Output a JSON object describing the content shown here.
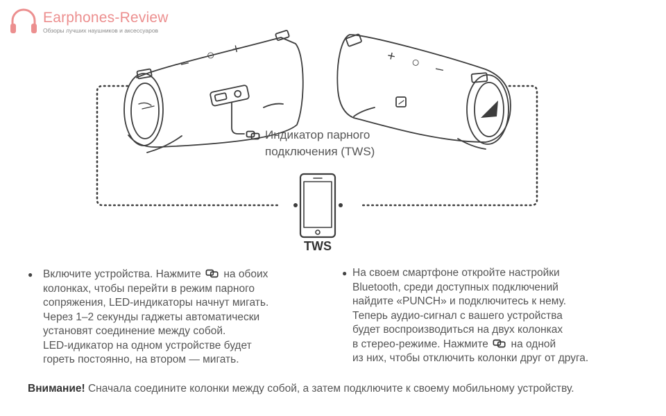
{
  "logo": {
    "name": "Earphones-Review",
    "tagline": "Обзоры лучших наушников и аксессуаров"
  },
  "diagram": {
    "indicator_line1": "Индикатор парного",
    "indicator_line2": "подключения (TWS)",
    "phone_label": "TWS",
    "speaker_buttons": [
      "–",
      "○",
      "+"
    ]
  },
  "instructions": {
    "left": {
      "line1_before": "Включите устройства. Нажмите",
      "line1_after": "на обоих",
      "lines": [
        "колонках, чтобы перейти в режим парного",
        "сопряжения, LED-индикаторы начнут мигать.",
        "Через 1–2 секунды гаджеты автоматически",
        "установят соединение между собой.",
        "LED-идикатор на одном устройстве будет",
        "гореть постоянно, на втором — мигать."
      ]
    },
    "right": {
      "lines": [
        "На своем смартфоне откройте настройки",
        "Bluetooth, среди доступных подключений",
        "найдите «PUNCH» и подключитесь к нему.",
        "Теперь аудио-сигнал с вашего устройства",
        "будет воспроизводиться на двух колонках"
      ],
      "line6_before": "в стерео-режиме. Нажмите",
      "line6_after": "на одной",
      "line7": "из них, чтобы отключить колонки друг от друга."
    }
  },
  "warning": {
    "label": "Внимание!",
    "text": " Сначала соедините колонки между собой, а затем подключите к своему мобильному устройству."
  },
  "colors": {
    "logo_accent": "#ec8f8f",
    "line": "#3d3d3d",
    "text": "#555555"
  }
}
